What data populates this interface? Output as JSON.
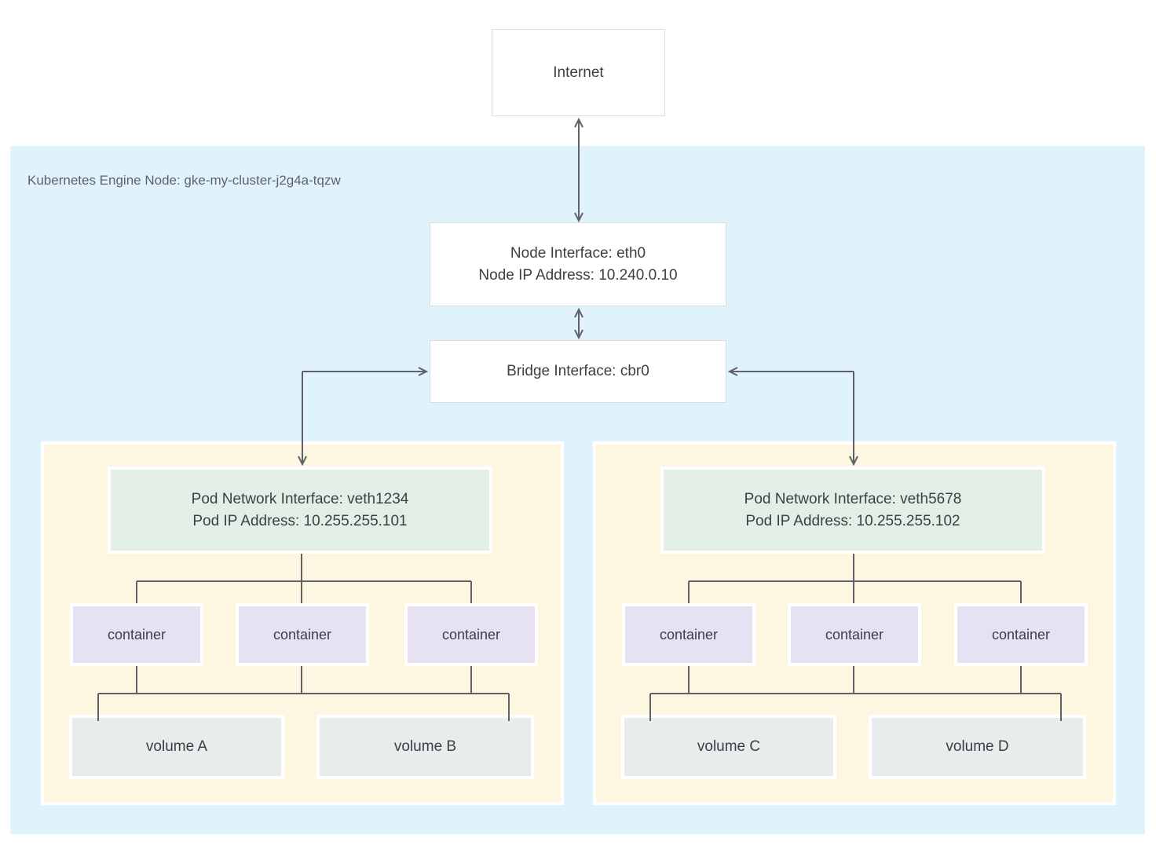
{
  "internet": {
    "label": "Internet"
  },
  "cluster": {
    "label": "Kubernetes Engine Node: gke-my-cluster-j2g4a-tqzw"
  },
  "node_interface": {
    "line1": "Node Interface: eth0",
    "line2": "Node IP Address: 10.240.0.10"
  },
  "bridge": {
    "label": "Bridge Interface: cbr0"
  },
  "pods": [
    {
      "network_interface": {
        "line1": "Pod Network Interface: veth1234",
        "line2": "Pod IP Address: 10.255.255.101"
      },
      "containers": [
        "container",
        "container",
        "container"
      ],
      "volumes": [
        "volume A",
        "volume B"
      ]
    },
    {
      "network_interface": {
        "line1": "Pod Network Interface: veth5678",
        "line2": "Pod IP Address: 10.255.255.102"
      },
      "containers": [
        "container",
        "container",
        "container"
      ],
      "volumes": [
        "volume C",
        "volume D"
      ]
    }
  ],
  "colors": {
    "cluster_background": "#e0f3fc",
    "pod_background": "#fdf6e0",
    "pod_interface_background": "#e2efe7",
    "container_background": "#e6e2f4",
    "volume_background": "#e8eced",
    "box_border": "#dadce0",
    "connector_line": "#5f6368",
    "text_primary": "#3c4043",
    "text_secondary": "#5f6368"
  }
}
